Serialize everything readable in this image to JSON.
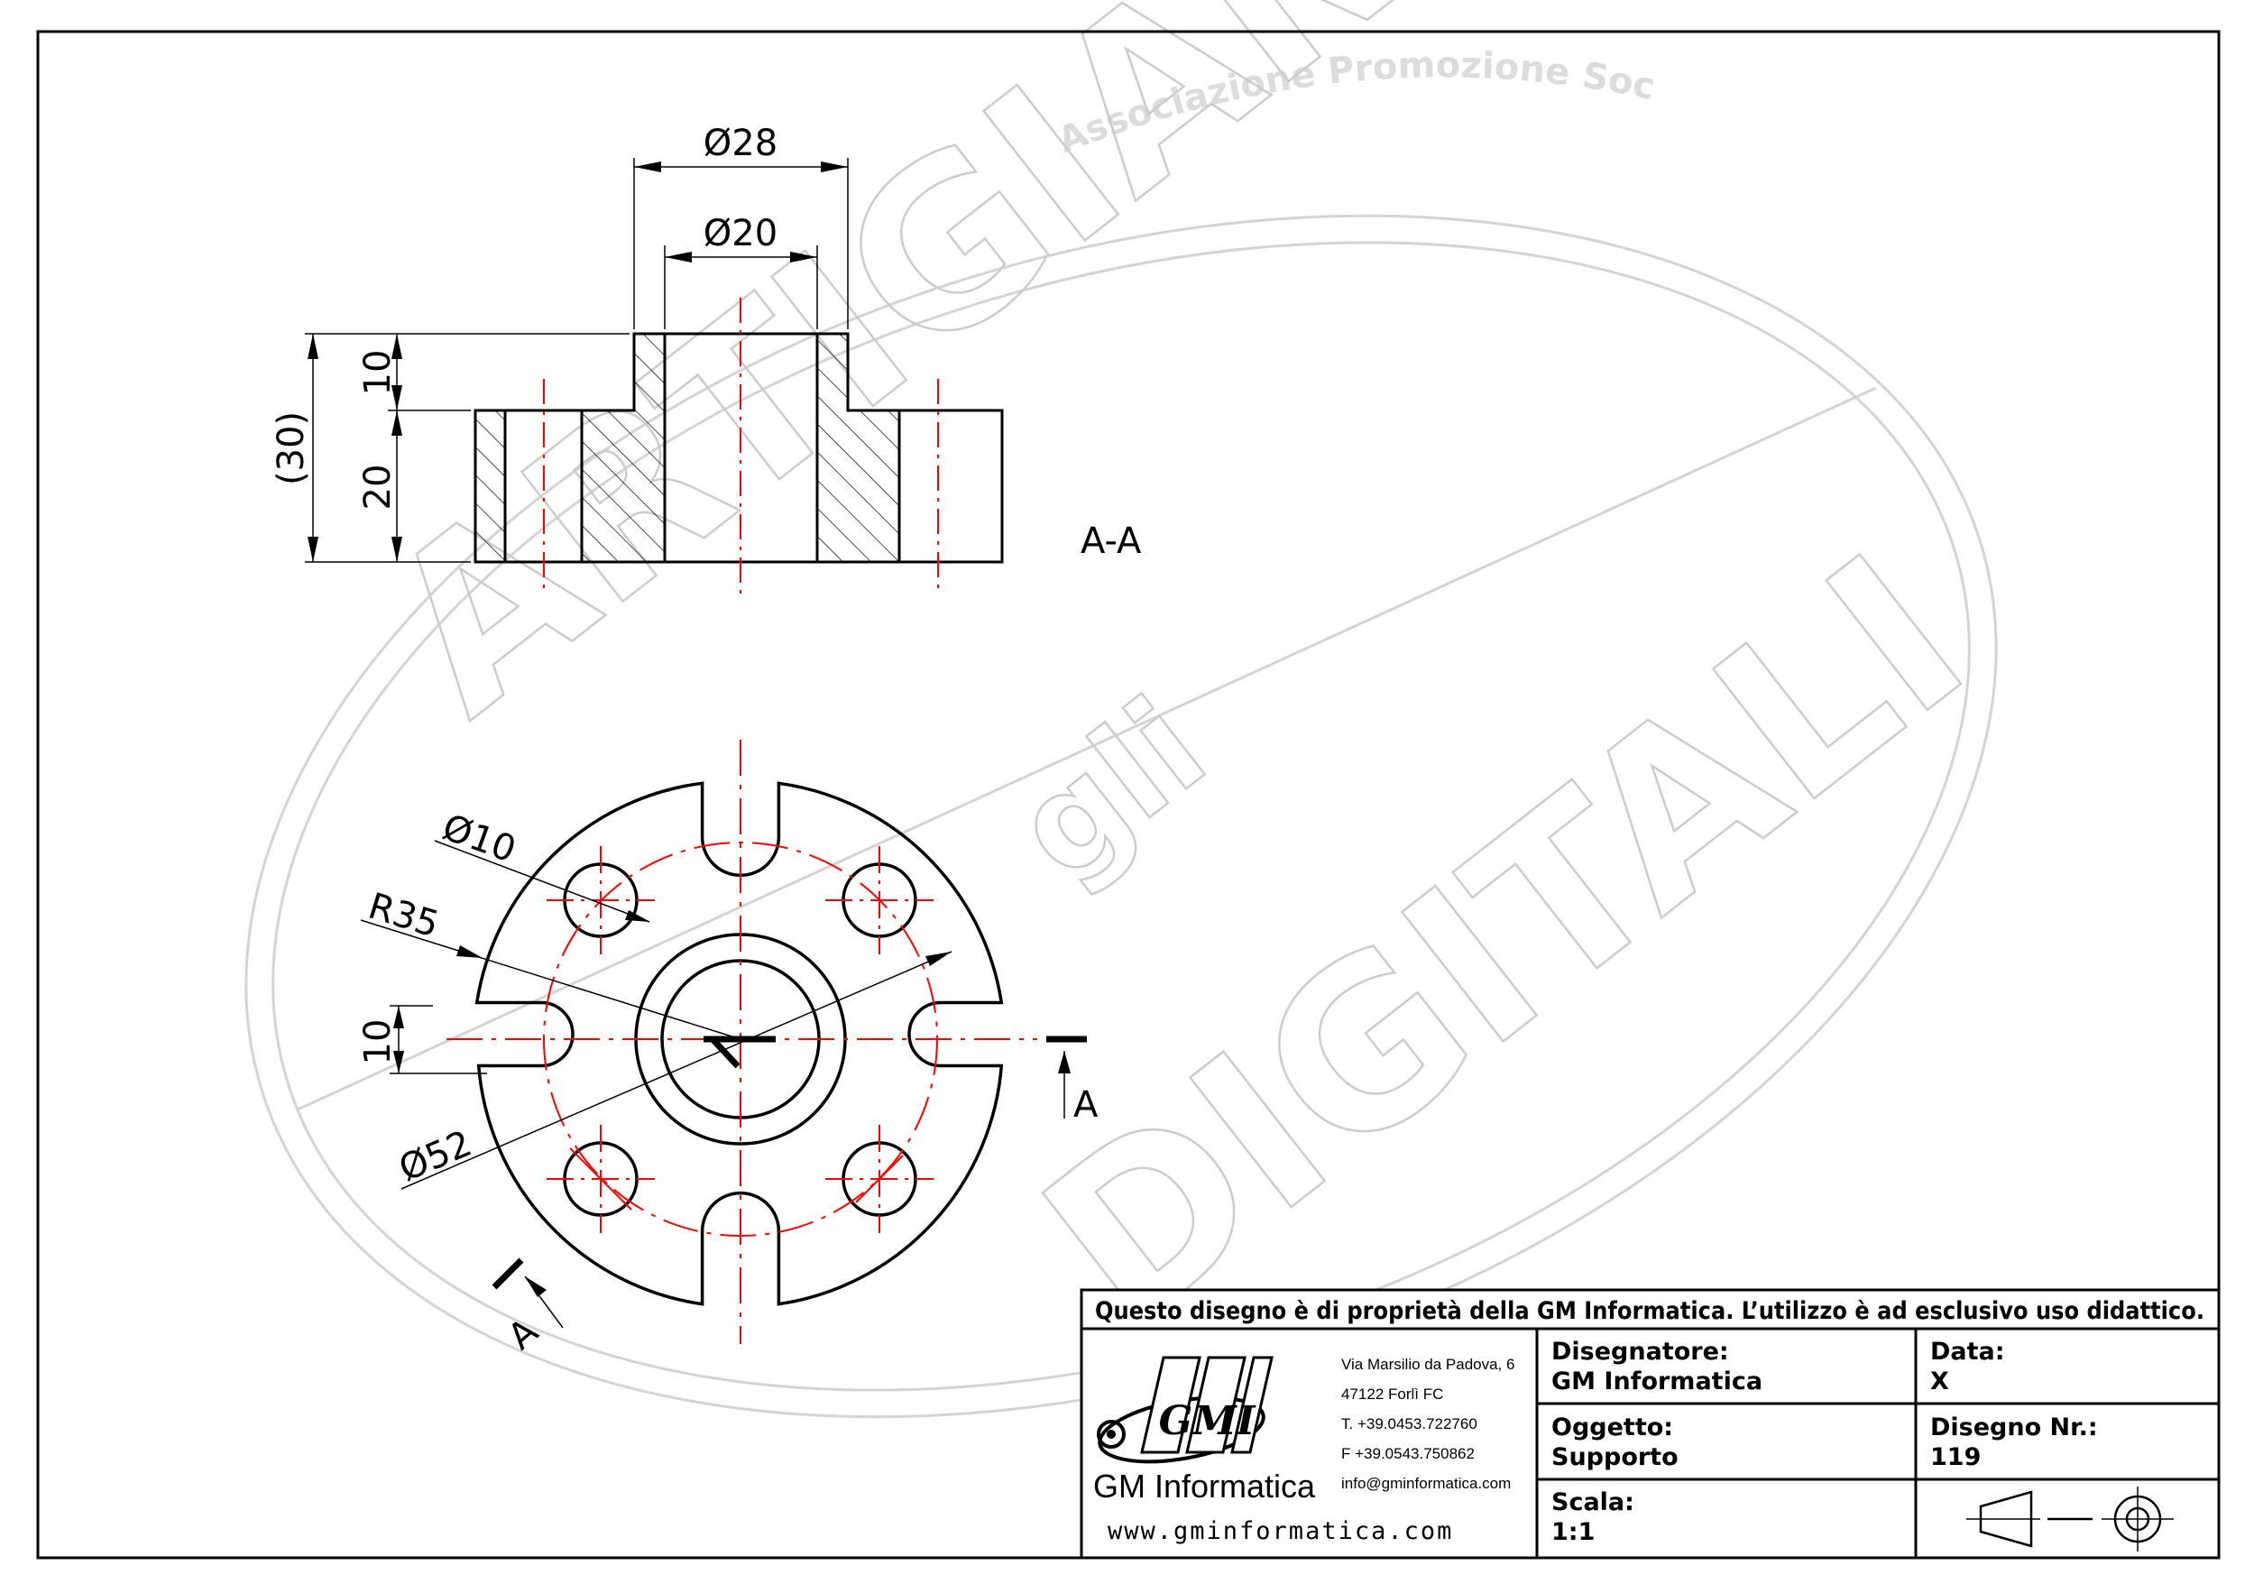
{
  "drawing": {
    "dimensions": {
      "d28": "Ø28",
      "d20": "Ø20",
      "h10": "10",
      "h20": "20",
      "h30": "(30)",
      "section_label": "A-A",
      "d10": "Ø10",
      "r35": "R35",
      "slot10": "10",
      "d52": "Ø52",
      "cut_a1": "A",
      "cut_a2": "A"
    }
  },
  "watermark": {
    "arc_text": "Associazione Promozione Sociale",
    "word_top": "ARTIGIANI",
    "word_mid": "gli",
    "word_bottom": "DIGITALI"
  },
  "title_block": {
    "header": "Questo disegno è di proprietà della GM Informatica. L’utilizzo è ad esclusivo uso didattico.",
    "company": {
      "logo_text": "GMI",
      "name": "GM Informatica",
      "website": "www.gminformatica.com",
      "address": [
        "Via Marsilio da Padova, 6",
        "47122  Forlì  FC",
        "T. +39.0453.722760",
        "F +39.0543.750862",
        "info@gminformatica.com"
      ]
    },
    "fields": {
      "designer_label": "Disegnatore:",
      "designer_value": "GM  Informatica",
      "date_label": "Data:",
      "date_value": "X",
      "object_label": "Oggetto:",
      "object_value": "Supporto",
      "drawing_no_label": "Disegno  Nr.:",
      "drawing_no_value": "119",
      "scale_label": "Scala:",
      "scale_value": "1:1"
    }
  },
  "colors": {
    "line": "#000000",
    "centerline": "#ff0000",
    "watermark": "#cccccc"
  }
}
